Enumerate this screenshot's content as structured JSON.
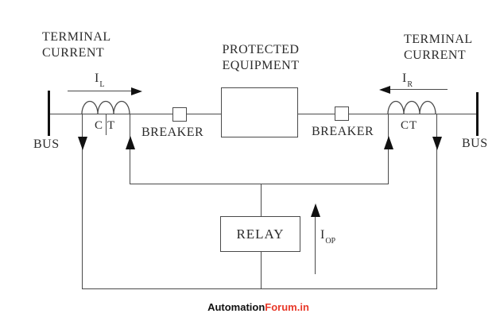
{
  "colors": {
    "wire": "#4a4a4a",
    "solid_black": "#111111",
    "text": "#2b2b2b",
    "watermark_black": "#111111",
    "watermark_red": "#e8392a",
    "background": "#ffffff"
  },
  "labels": {
    "terminal_current_left": "TERMINAL\nCURRENT",
    "terminal_current_right": "TERMINAL\nCURRENT",
    "protected_equipment": "PROTECTED\nEQUIPMENT",
    "breaker_left": "BREAKER",
    "breaker_right": "BREAKER",
    "bus_left": "BUS",
    "bus_right": "BUS",
    "ct_left": "CT",
    "ct_right": "CT",
    "relay": "RELAY"
  },
  "currents": {
    "left_terminal": {
      "base": "I",
      "sub": "L"
    },
    "right_terminal": {
      "base": "I",
      "sub": "R"
    },
    "operating": {
      "base": "I",
      "sub": "OP"
    }
  },
  "watermark": {
    "prefix": "Automation",
    "suffix": "Forum.in"
  }
}
